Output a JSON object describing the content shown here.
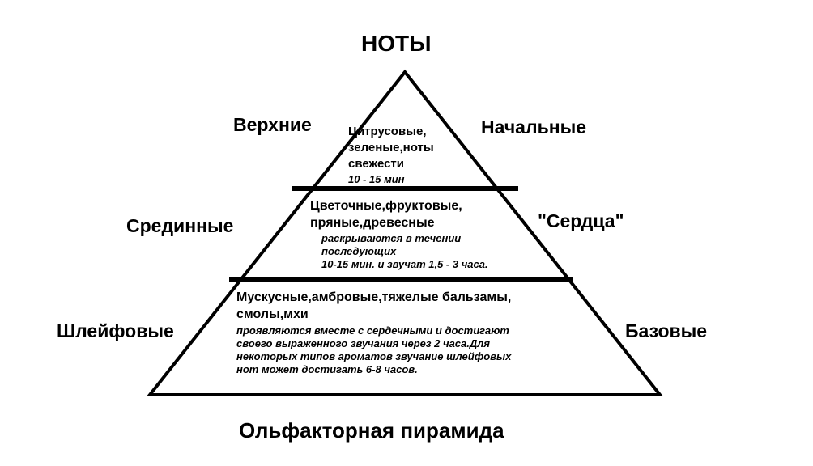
{
  "header": {
    "title": "НОТЫ"
  },
  "tiers": [
    {
      "left_label": "Верхние",
      "right_label": "Начальные",
      "main_lines": [
        "Цитрусовые,",
        "зеленые,ноты",
        "свежести"
      ],
      "note_lines": [
        "10 - 15 мин"
      ]
    },
    {
      "left_label": "Срединные",
      "right_label": "\"Сердца\"",
      "main_lines": [
        "Цветочные,фруктовые,",
        "пряные,древесные"
      ],
      "note_lines": [
        "раскрываются в течении",
        "последующих",
        "10-15 мин. и звучат 1,5 - 3 часа."
      ]
    },
    {
      "left_label": "Шлейфовые",
      "right_label": "Базовые",
      "main_lines": [
        "Мускусные,амбровые,тяжелые бальзамы,",
        "смолы,мхи"
      ],
      "note_lines": [
        "проявляются вместе с сердечными и достигают",
        "своего выраженного звучания через 2 часа.Для",
        "некоторых типов ароматов звучание шлейфовых",
        "нот может достигать 6-8 часов."
      ]
    }
  ],
  "footer": {
    "title": "Ольфакторная пирамида"
  }
}
